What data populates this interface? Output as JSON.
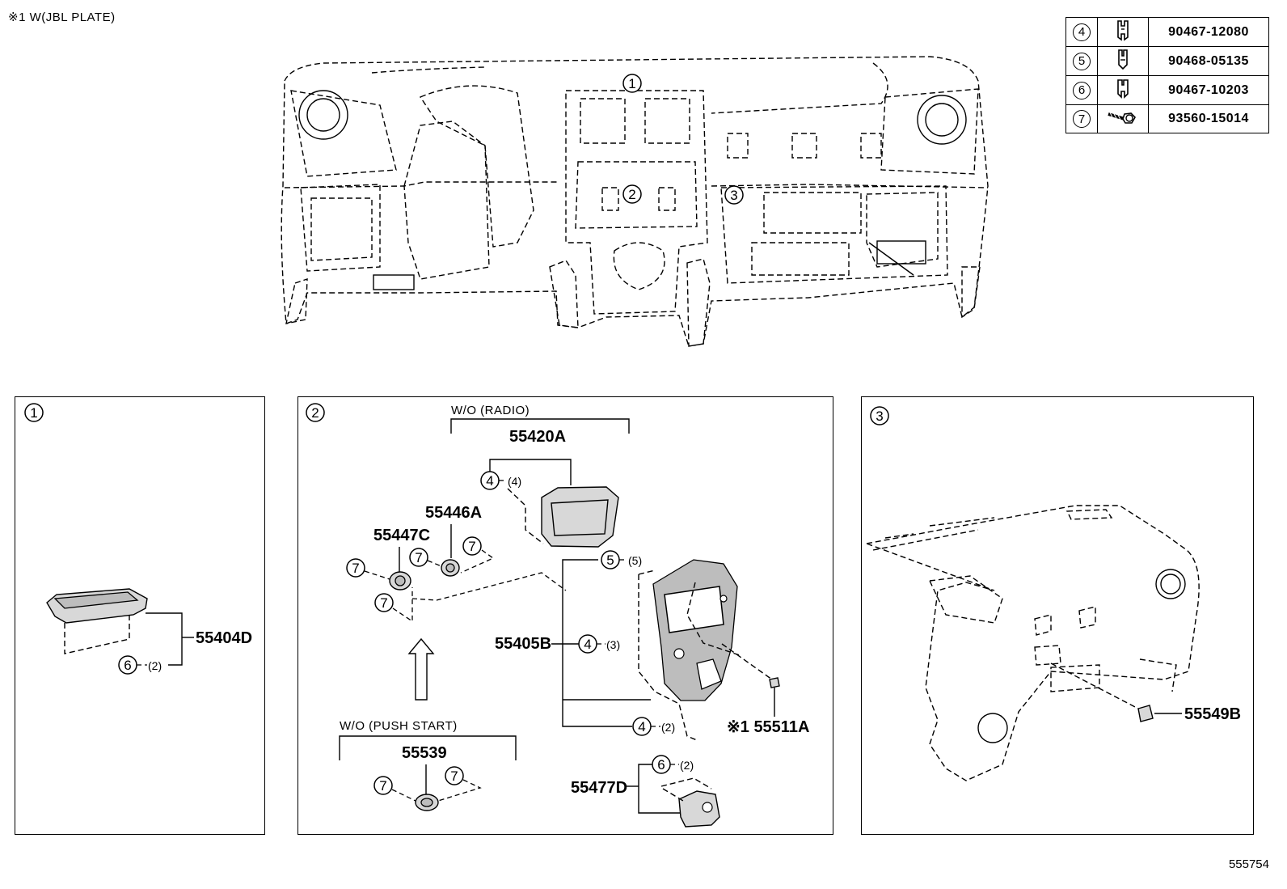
{
  "note": "※1 W(JBL PLATE)",
  "figure_id": "555754",
  "legend": [
    {
      "key": "4",
      "icon": "clip-icon",
      "part_no": "90467-12080"
    },
    {
      "key": "5",
      "icon": "clip-icon",
      "part_no": "90468-05135"
    },
    {
      "key": "6",
      "icon": "clip-icon",
      "part_no": "90467-10203"
    },
    {
      "key": "7",
      "icon": "screw-icon",
      "part_no": "93560-15014"
    }
  ],
  "overview": {
    "callouts": [
      "1",
      "2",
      "3"
    ]
  },
  "panel1": {
    "id": "1",
    "part_55404D": "55404D",
    "clip_ref": "6",
    "clip_qty": "(2)"
  },
  "panel2": {
    "id": "2",
    "group_radio": "W/O (RADIO)",
    "group_push_start": "W/O (PUSH  START)",
    "part_55420A": "55420A",
    "part_55446A": "55446A",
    "part_55447C": "55447C",
    "part_55405B": "55405B",
    "part_55511A": "※1 55511A",
    "part_55539": "55539",
    "part_55477D": "55477D",
    "ref4": "4",
    "ref5": "5",
    "ref6": "6",
    "ref7": "7",
    "qty_4a": "(4)",
    "qty_5": "(5)",
    "qty_4b": "(3)",
    "qty_4c": "(2)",
    "qty_6": "(2)"
  },
  "panel3": {
    "id": "3",
    "part_55549B": "55549B"
  }
}
